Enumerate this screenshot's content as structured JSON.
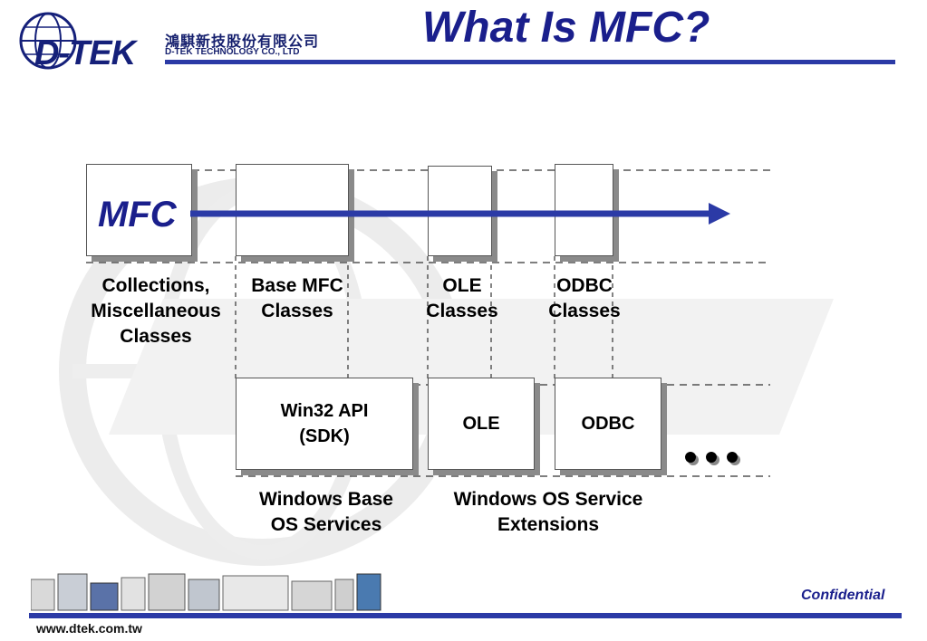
{
  "header": {
    "title": "What Is MFC?",
    "company_name_cn": "鴻騏新技股份有限公司",
    "company_name_en": "D-TEK TECHNOLOGY CO., LTD",
    "logo_text": "D-TEK"
  },
  "diagram": {
    "mfc_label": "MFC",
    "top_labels": {
      "collections": "Collections,\nMiscellaneous\nClasses",
      "base_mfc": "Base MFC\nClasses",
      "ole_classes": "OLE\nClasses",
      "odbc_classes": "ODBC\nClasses"
    },
    "boxes": {
      "win32": "Win32 API\n(SDK)",
      "ole": "OLE",
      "odbc": "ODBC"
    },
    "bottom_labels": {
      "windows_base": "Windows Base\nOS Services",
      "windows_ext": "Windows OS Service\nExtensions"
    }
  },
  "footer": {
    "confidential": "Confidential",
    "url": "www.dtek.com.tw"
  },
  "colors": {
    "accent": "#1a1f8c",
    "rule": "#2b3aa6",
    "shadow": "#8a8a8a"
  }
}
